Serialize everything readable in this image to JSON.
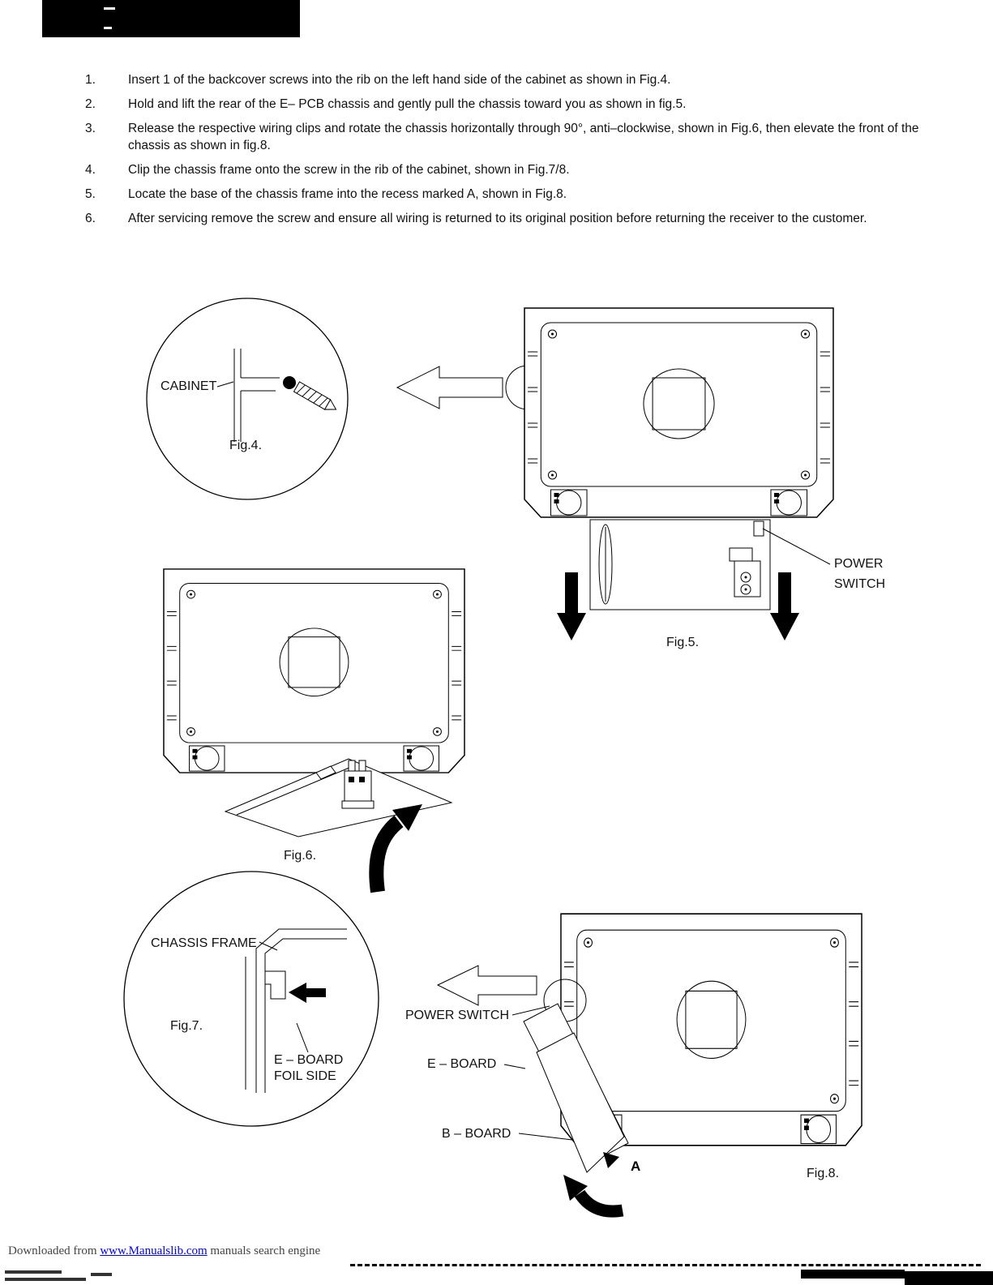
{
  "instructions": [
    {
      "num": "1.",
      "text": "Insert 1 of the backcover screws into the rib on the left hand side of the cabinet as shown in Fig.4."
    },
    {
      "num": "2.",
      "text": "Hold and lift the rear of the E– PCB chassis and gently pull the chassis toward you as shown in fig.5."
    },
    {
      "num": "3.",
      "text": "Release the respective wiring clips and rotate the chassis horizontally through 90°, anti–clockwise, shown in Fig.6, then elevate the front of the chassis as shown in fig.8."
    },
    {
      "num": "4.",
      "text": "Clip the chassis frame onto the screw in the rib of the cabinet, shown in Fig.7/8."
    },
    {
      "num": "5.",
      "text": "Locate the base of the chassis frame into the recess marked A, shown in Fig.8."
    },
    {
      "num": "6.",
      "text": "After servicing remove the screw and ensure all wiring is returned to its original position before returning the receiver to the customer."
    }
  ],
  "fig4": {
    "caption": "Fig.4.",
    "cabinet_label": "CABINET"
  },
  "fig5": {
    "caption": "Fig.5.",
    "power_label": "POWER",
    "switch_label": "SWITCH"
  },
  "fig6": {
    "caption": "Fig.6."
  },
  "fig7": {
    "caption": "Fig.7.",
    "chassis_frame_label": "CHASSIS FRAME",
    "eboard_label": "E – BOARD",
    "foil_label": "FOIL SIDE"
  },
  "fig8": {
    "caption": "Fig.8.",
    "power_switch_label": "POWER SWITCH",
    "eboard_label": "E – BOARD",
    "bboard_label": "B – BOARD",
    "recess_label": "A"
  },
  "footer": {
    "prefix": "Downloaded from ",
    "link": "www.Manualslib.com",
    "suffix": " manuals search engine",
    "link_color": "#0000EE"
  }
}
